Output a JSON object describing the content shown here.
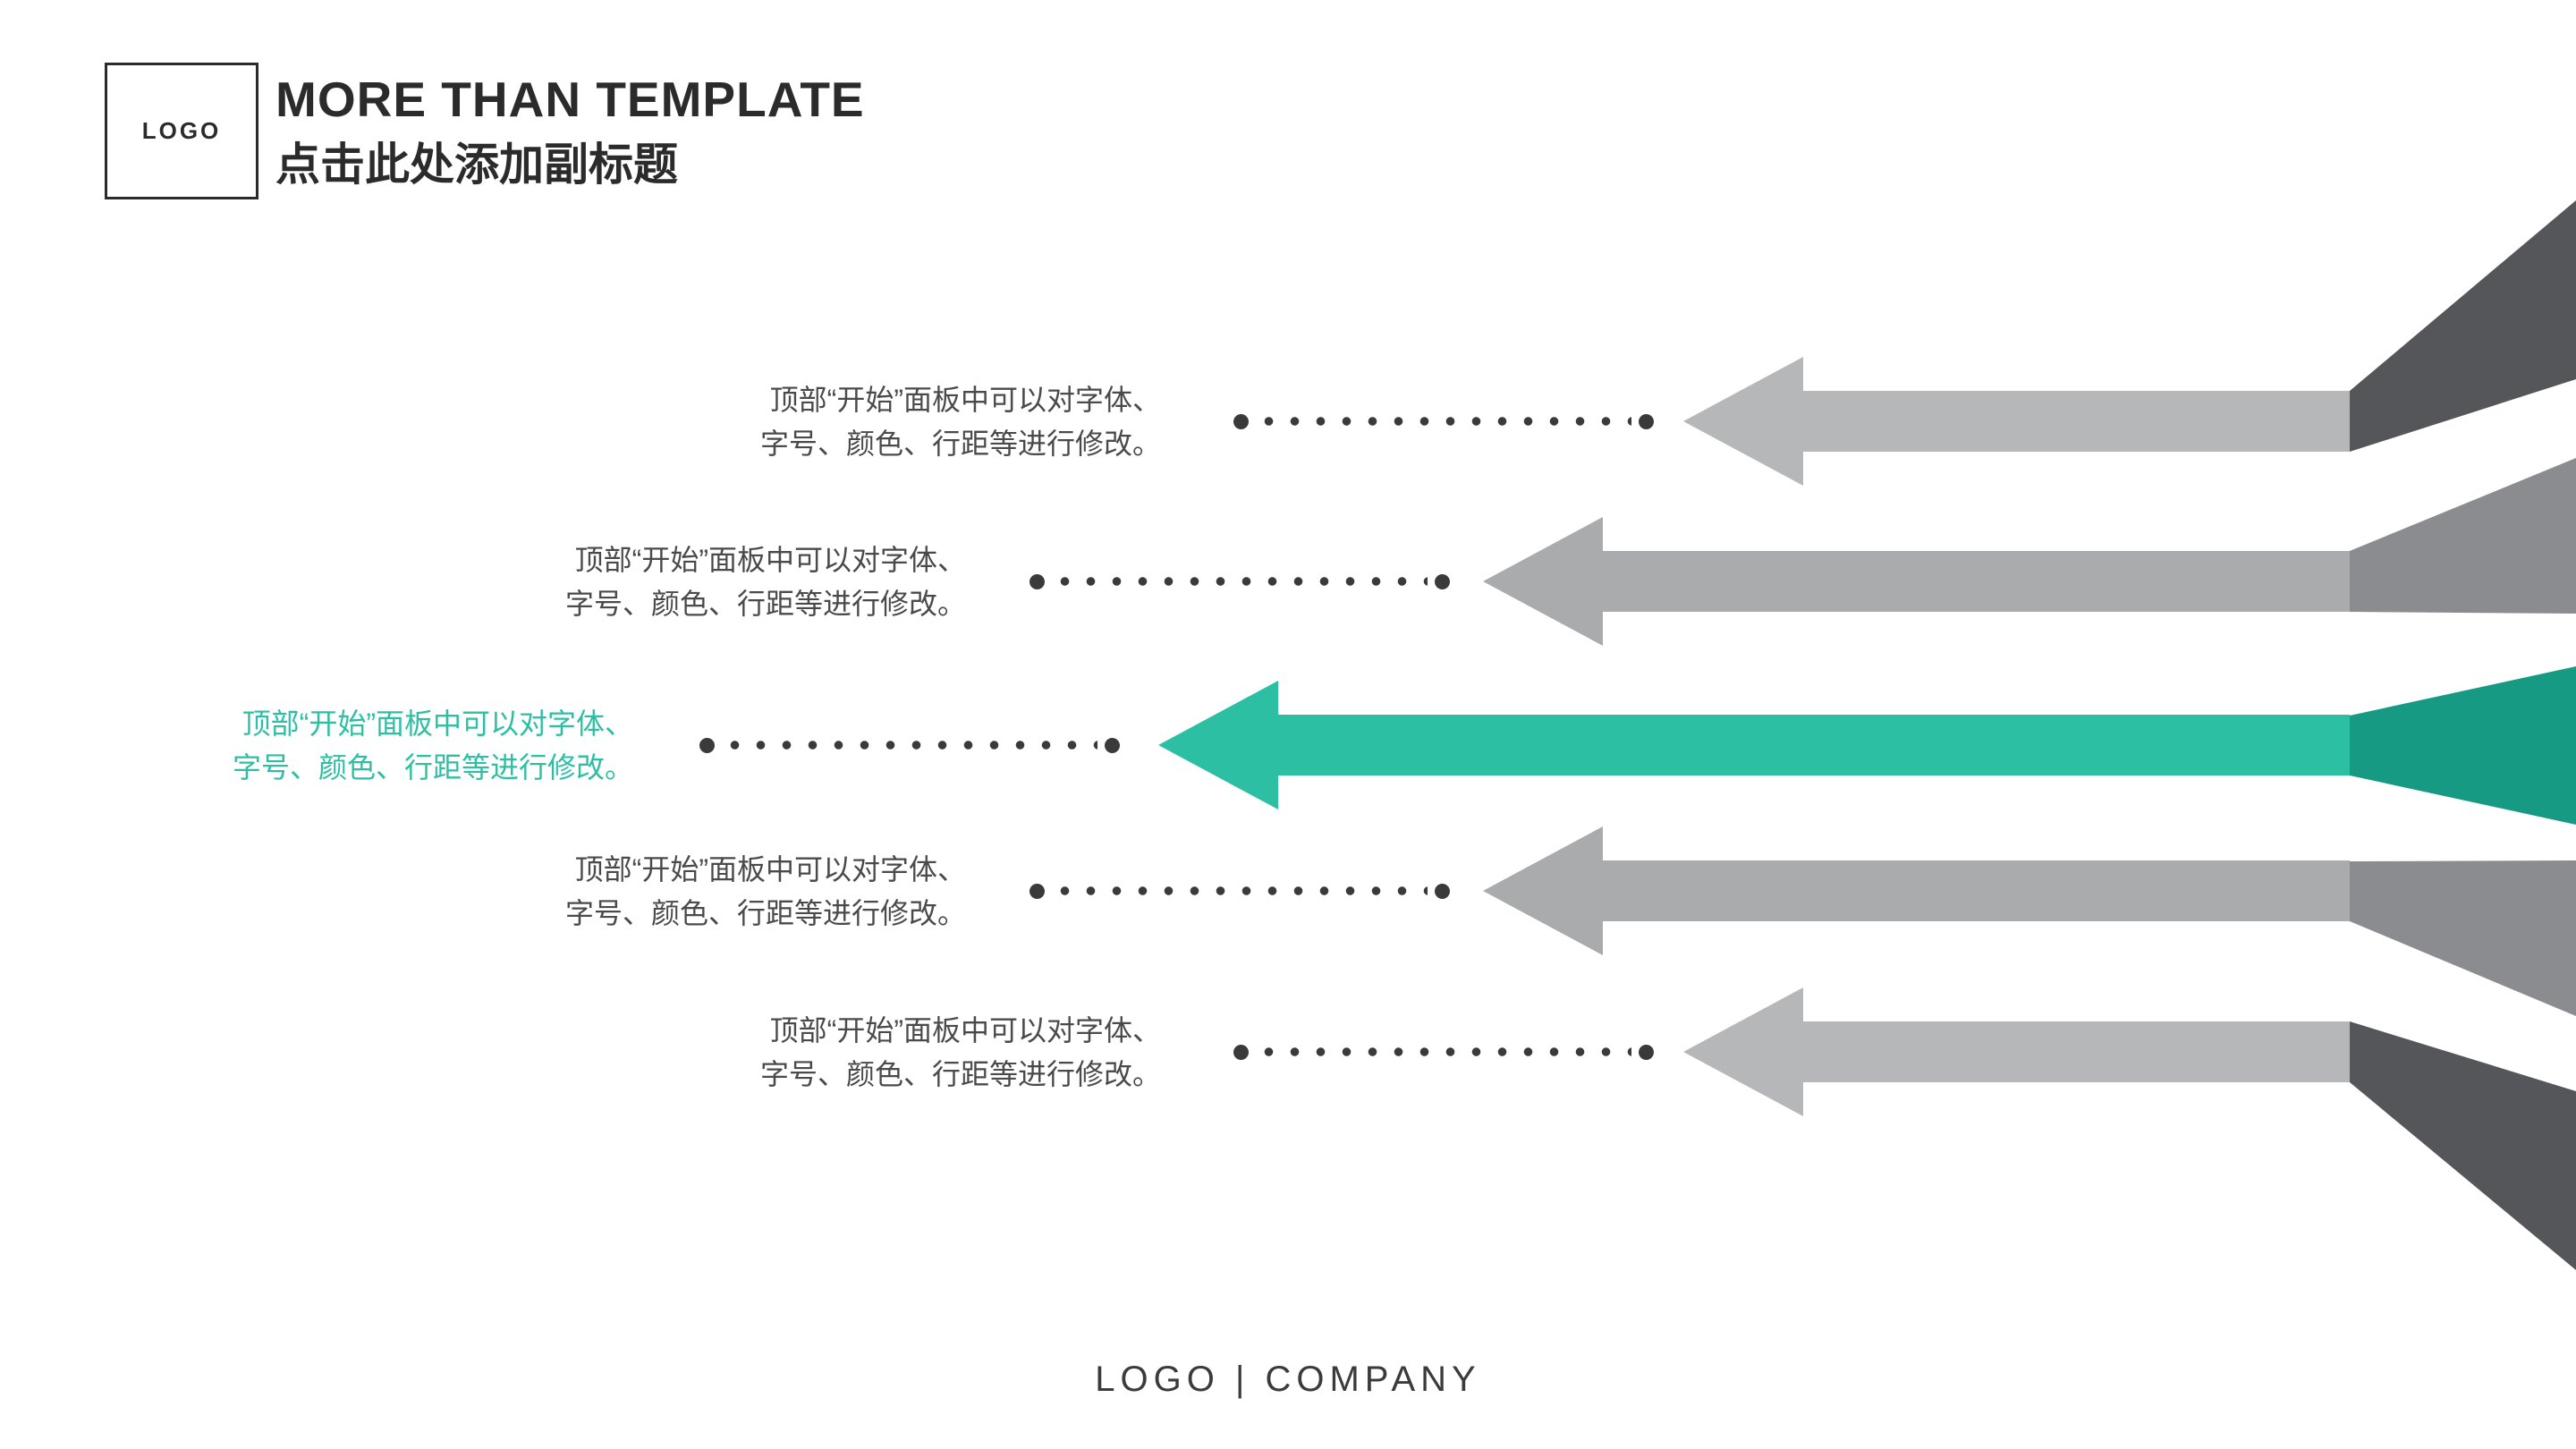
{
  "header": {
    "logo_text": "LOGO",
    "title": "MORE THAN TEMPLATE",
    "subtitle": "点击此处添加副标题"
  },
  "rows": [
    {
      "line1": "顶部“开始”面板中可以对字体、",
      "line2": "字号、颜色、行距等进行修改。",
      "highlight": false
    },
    {
      "line1": "顶部“开始”面板中可以对字体、",
      "line2": "字号、颜色、行距等进行修改。",
      "highlight": false
    },
    {
      "line1": "顶部“开始”面板中可以对字体、",
      "line2": "字号、颜色、行距等进行修改。",
      "highlight": true
    },
    {
      "line1": "顶部“开始”面板中可以对字体、",
      "line2": "字号、颜色、行距等进行修改。",
      "highlight": false
    },
    {
      "line1": "顶部“开始”面板中可以对字体、",
      "line2": "字号、颜色、行距等进行修改。",
      "highlight": false
    }
  ],
  "footer": {
    "text": "LOGO | COMPANY"
  },
  "colors": {
    "accent": "#2dbfa3",
    "accent_dark": "#179a84",
    "arrow_light": "#b6b7b9",
    "arrow_mid": "#a9abad",
    "ribbon_dark": "#55565a",
    "ribbon_mid": "#8b8c8f",
    "text_dark": "#4a4a4a",
    "dot": "#3a3a3c"
  }
}
